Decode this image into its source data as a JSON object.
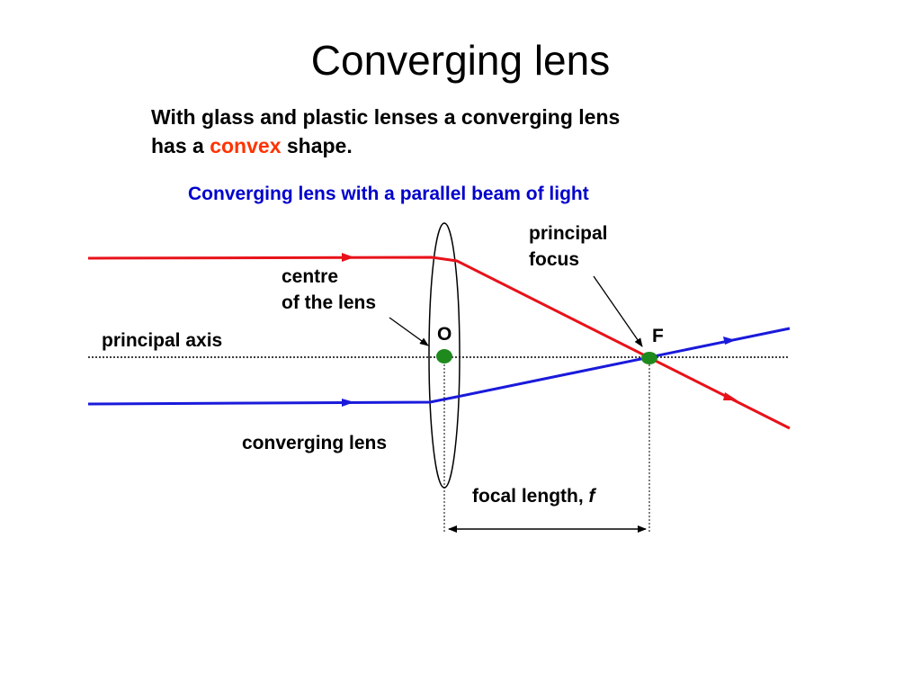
{
  "title": "Converging lens",
  "intro": {
    "line1": "With glass and plastic lenses a converging lens",
    "line2_before": "has a ",
    "highlight": "convex",
    "line2_after": " shape.",
    "highlight_color": "#ff3300"
  },
  "subtitle": "Converging lens with a parallel beam of light",
  "labels": {
    "principal_focus_1": "principal",
    "principal_focus_2": "focus",
    "centre_1": "centre",
    "centre_2": "of the lens",
    "principal_axis": "principal axis",
    "optical_centre": "O",
    "focus_point": "F",
    "converging_lens": "converging lens",
    "focal_length": "focal length, ",
    "focal_symbol": "f"
  },
  "colors": {
    "ray_top": "#e8121a",
    "ray_bottom": "#1a1adb",
    "point": "#1e8a1e",
    "subtitle": "#0000cc"
  }
}
